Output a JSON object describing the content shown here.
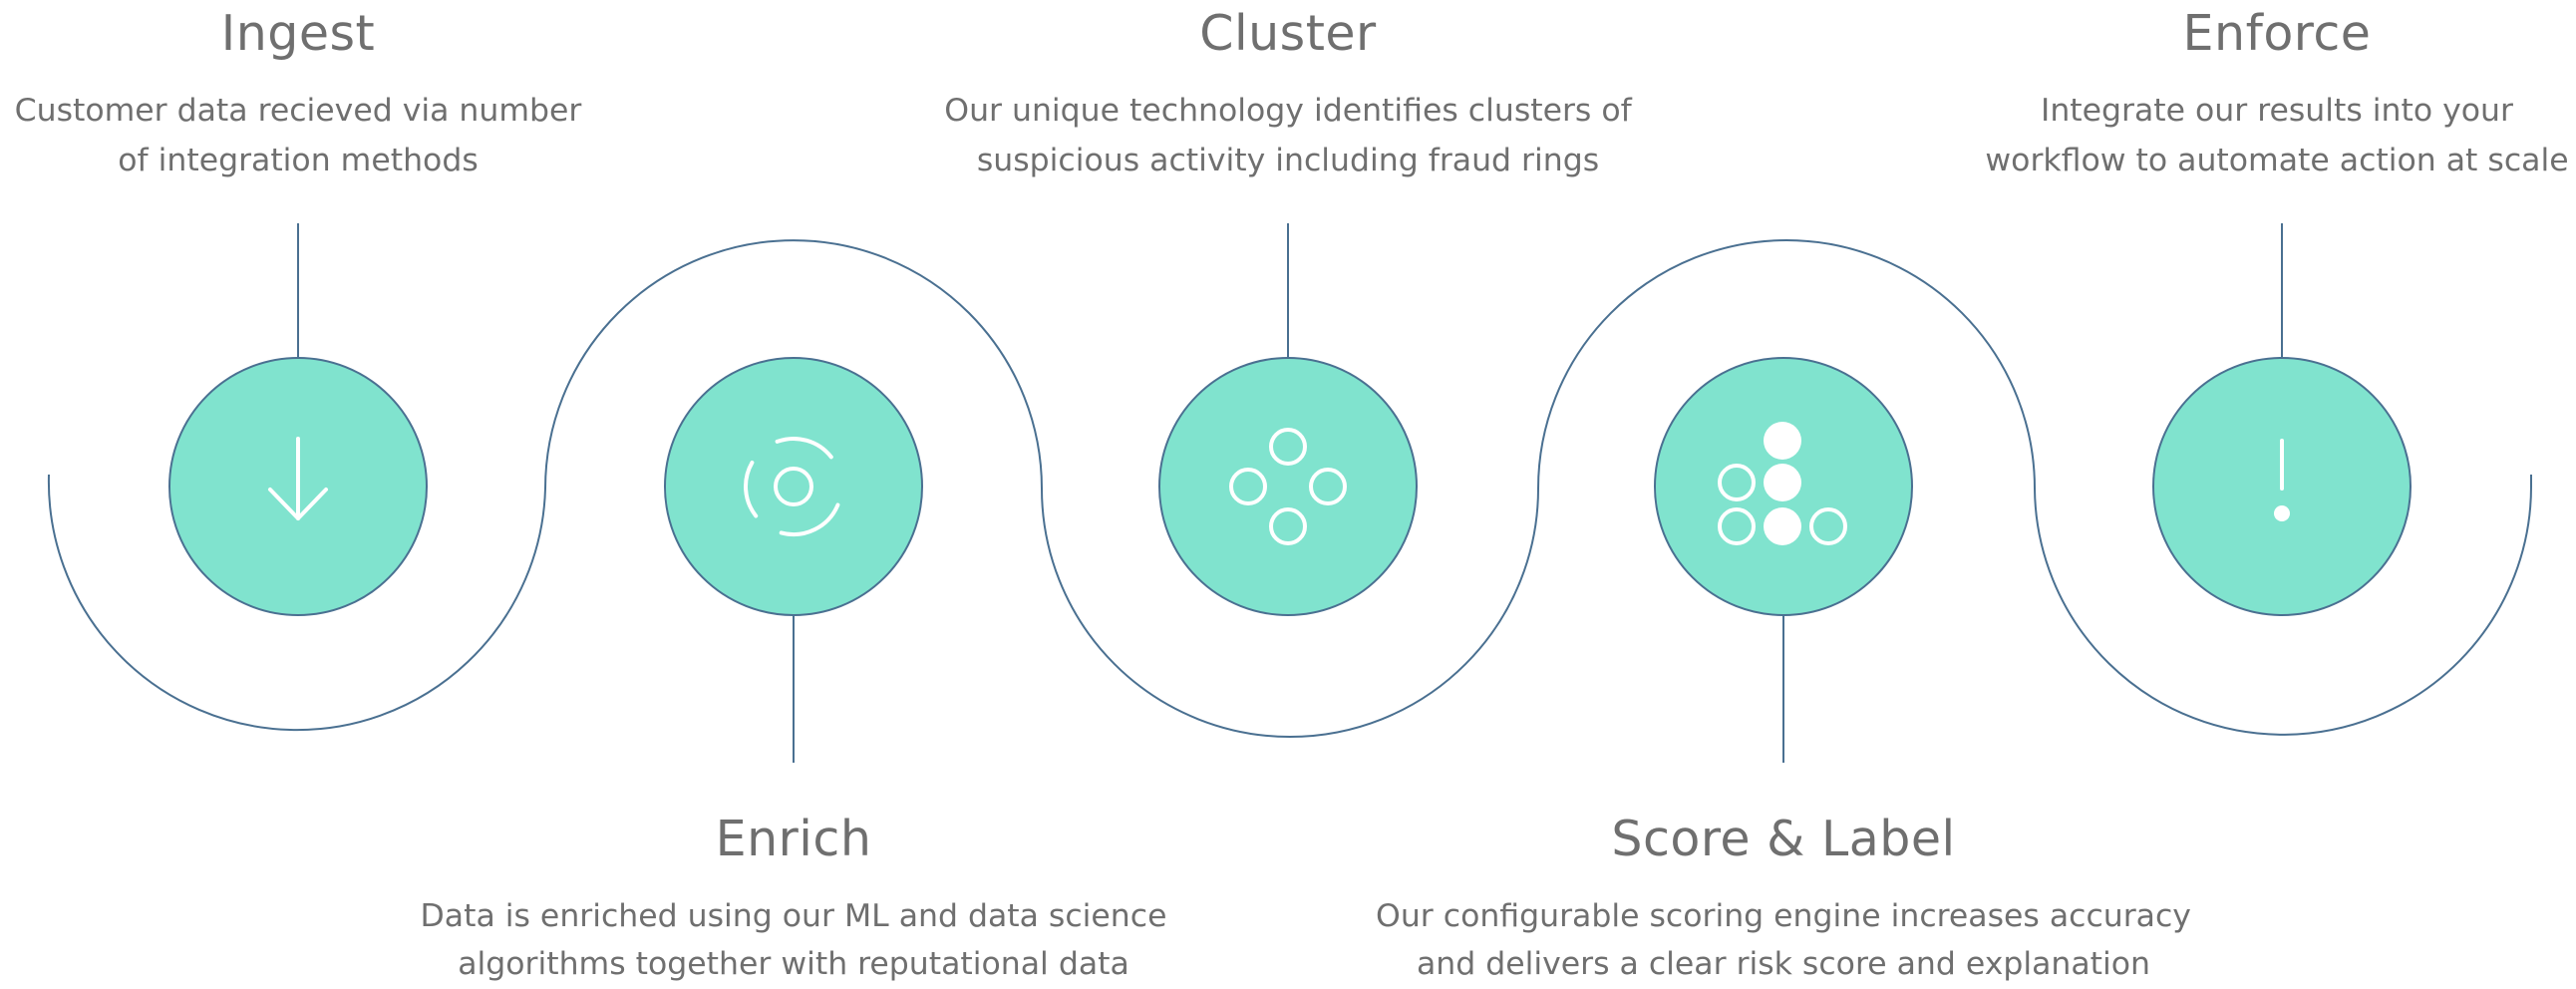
{
  "colors": {
    "node_fill": "#80e3ce",
    "line": "#4a7091",
    "text": "#6f6f6f",
    "glyph": "#ffffff"
  },
  "steps": [
    {
      "title": "Ingest",
      "description_line1": "Customer data recieved via number",
      "description_line2": "of integration methods",
      "icon": "download-arrow-icon"
    },
    {
      "title": "Enrich",
      "description_line1": "Data is enriched using our ML and data science",
      "description_line2": "algorithms together with reputational data",
      "icon": "enrich-target-icon"
    },
    {
      "title": "Cluster",
      "description_line1": "Our unique technology identifies clusters of",
      "description_line2": "suspicious activity including fraud rings",
      "icon": "cluster-dots-icon"
    },
    {
      "title": "Score & Label",
      "description_line1": "Our configurable scoring engine increases accuracy",
      "description_line2": "and delivers a clear risk score and explanation",
      "icon": "score-dots-icon"
    },
    {
      "title": "Enforce",
      "description_line1": "Integrate our results into your",
      "description_line2": "workflow to automate action at scale",
      "icon": "exclamation-icon"
    }
  ]
}
